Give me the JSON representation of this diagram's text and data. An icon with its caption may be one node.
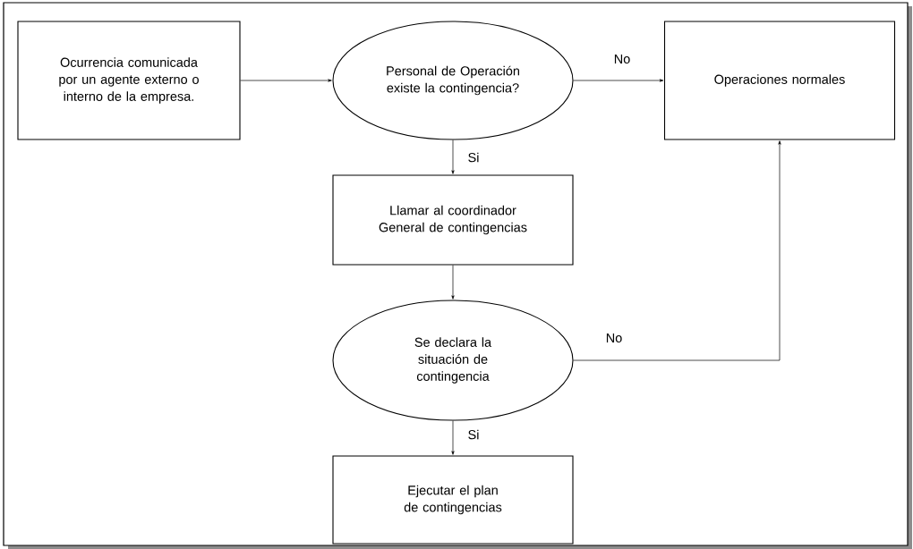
{
  "diagram": {
    "nodes": [
      {
        "text": [
          "Ocurrencia comunicada por un agente externo o interno de la empresa."
        ]
      },
      {
        "text": [
          "Personal de Operación existe la contingencia?"
        ]
      },
      {
        "text": [
          "Operaciones normales"
        ]
      },
      {
        "text": [
          "Llamar al coordinador General de contingencias"
        ]
      },
      {
        "text": [
          "Se declara la situación de contingencia"
        ]
      },
      {
        "text": [
          "Ejecutar el plan de contingencias"
        ]
      }
    ],
    "edges": [
      {
        "from": 0,
        "to": 1,
        "arrow": "to"
      },
      {
        "from": 1,
        "to": 2,
        "arrow": "to",
        "label": "No"
      },
      {
        "from": 1,
        "to": 3,
        "arrow": "to",
        "label": "Si"
      },
      {
        "from": 3,
        "to": 4,
        "arrow": "to"
      },
      {
        "from": 4,
        "to": 2,
        "arrow": "to",
        "label": "No"
      },
      {
        "from": 4,
        "to": 5,
        "arrow": "to",
        "label": "Si"
      }
    ]
  }
}
